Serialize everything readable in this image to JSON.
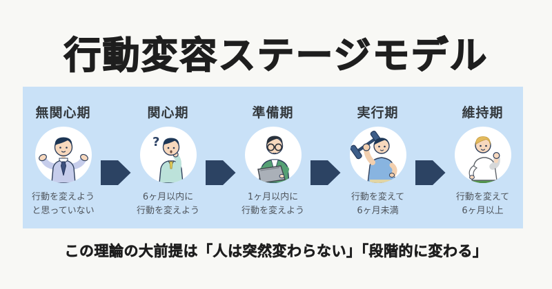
{
  "page": {
    "title": "行動変容ステージモデル",
    "footer_note": "この理論の大前提は「人は突然変わらない」「段階的に変わる」"
  },
  "colors": {
    "background": "#f8f8f5",
    "panel_background": "#c9e1f7",
    "arrow": "#2c4363",
    "heading_text": "#1e1e1e",
    "stage_title_text": "#33383c",
    "caption_text": "#4e545b"
  },
  "stages": [
    {
      "name": "無関心期",
      "caption_line1": "行動を変えよう",
      "caption_line2": "と思っていない",
      "icon": "shrugging-man-icon"
    },
    {
      "name": "関心期",
      "caption_line1": "6ヶ月以内に",
      "caption_line2": "行動を変えよう",
      "icon": "thinking-man-icon"
    },
    {
      "name": "準備期",
      "caption_line1": "1ヶ月以内に",
      "caption_line2": "行動を変えよう",
      "icon": "man-with-laptop-icon"
    },
    {
      "name": "実行期",
      "caption_line1": "行動を変えて",
      "caption_line2": "6ヶ月未満",
      "icon": "man-lifting-dumbbell-icon"
    },
    {
      "name": "維持期",
      "caption_line1": "行動を変えて",
      "caption_line2": "6ヶ月以上",
      "icon": "energetic-man-icon"
    }
  ]
}
